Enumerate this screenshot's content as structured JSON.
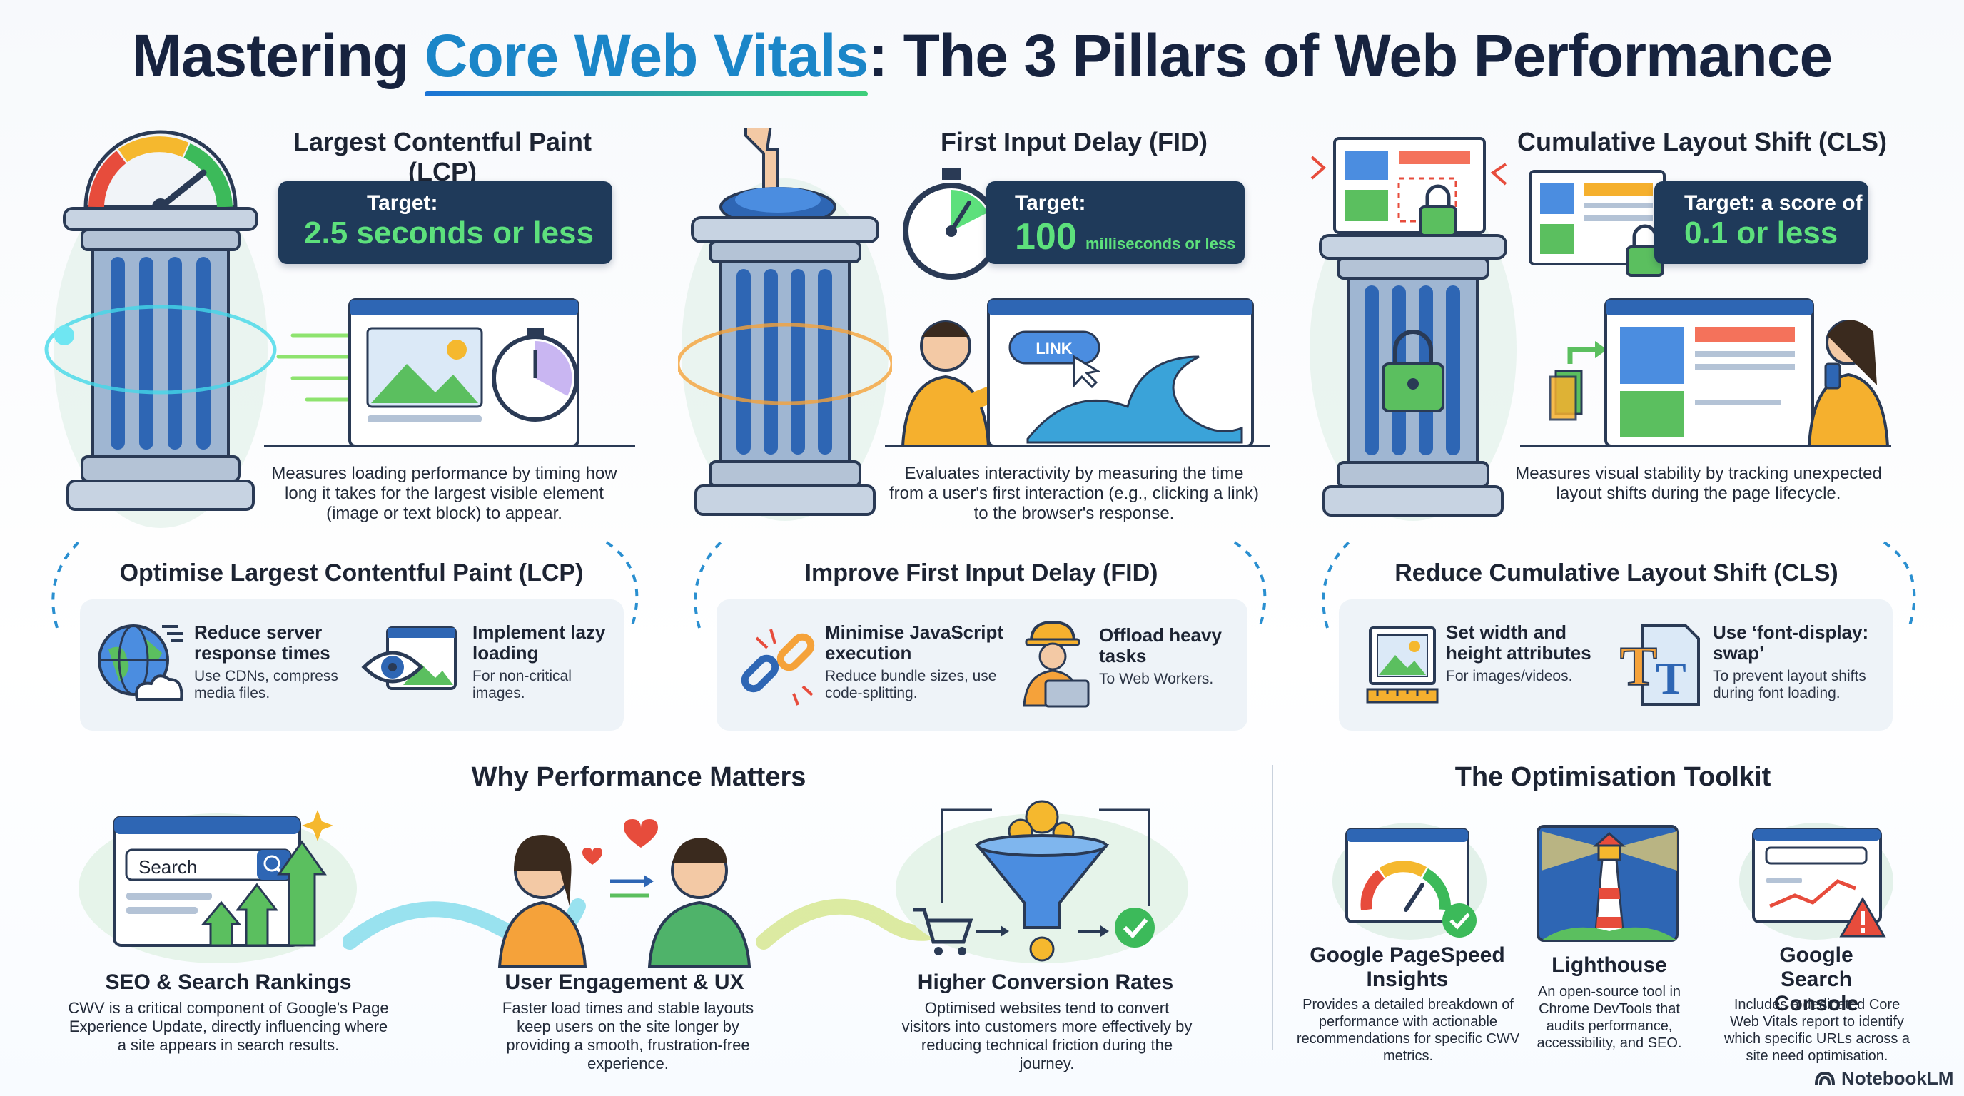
{
  "title": {
    "prefix": "Mastering ",
    "highlight": "Core Web Vitals",
    "suffix": ": The 3 Pillars of Web Performance"
  },
  "pillars": [
    {
      "title": "Largest Contentful Paint (LCP)",
      "target_label": "Target:",
      "target_value": "2.5 seconds or less",
      "description": "Measures loading performance by timing how long it takes for the largest visible element (image or text block) to appear."
    },
    {
      "title": "First Input Delay (FID)",
      "target_label": "Target:",
      "target_value_big": "100",
      "target_value_small": "milliseconds or less",
      "link_label": "LINK",
      "description": "Evaluates interactivity by measuring the time from a user's first interaction (e.g., clicking a link) to the browser's response."
    },
    {
      "title": "Cumulative Layout Shift (CLS)",
      "target_label": "Target: a score of",
      "target_value": "0.1 or less",
      "description": "Measures visual stability by tracking unexpected layout shifts during the page lifecycle."
    }
  ],
  "optimise": [
    {
      "title": "Optimise Largest Contentful Paint (LCP)",
      "tips": [
        {
          "head": "Reduce server response times",
          "sub": "Use CDNs, compress media files."
        },
        {
          "head": "Implement lazy loading",
          "sub": "For non-critical images."
        }
      ]
    },
    {
      "title": "Improve First Input Delay (FID)",
      "tips": [
        {
          "head": "Minimise JavaScript execution",
          "sub": "Reduce bundle sizes, use code-splitting."
        },
        {
          "head": "Offload heavy tasks",
          "sub": "To Web Workers."
        }
      ]
    },
    {
      "title": "Reduce Cumulative Layout Shift (CLS)",
      "tips": [
        {
          "head": "Set width and height attributes",
          "sub": "For images/videos."
        },
        {
          "head": "Use ‘font-display: swap’",
          "sub": "To prevent layout shifts during font loading."
        }
      ]
    }
  ],
  "why": {
    "title": "Why Performance Matters",
    "search_placeholder": "Search",
    "items": [
      {
        "head": "SEO & Search Rankings",
        "desc": "CWV is a critical component of Google's Page Experience Update, directly influencing where a site appears in search results."
      },
      {
        "head": "User Engagement & UX",
        "desc": "Faster load times and stable layouts keep users on the site longer by providing a smooth, frustration-free experience."
      },
      {
        "head": "Higher Conversion Rates",
        "desc": "Optimised websites tend to convert visitors into customers more effectively by reducing technical friction during the journey."
      }
    ]
  },
  "toolkit": {
    "title": "The Optimisation Toolkit",
    "tools": [
      {
        "head": "Google PageSpeed Insights",
        "desc": "Provides a detailed breakdown of performance with actionable recommendations for specific CWV metrics."
      },
      {
        "head": "Lighthouse",
        "desc": "An open-source tool in Chrome DevTools that audits performance, accessibility, and SEO."
      },
      {
        "head": "Google Search Console",
        "desc": "Includes a dedicated Core Web Vitals report to identify which specific URLs across a site need optimisation."
      }
    ]
  },
  "footer": {
    "brand": "NotebookLM"
  },
  "colors": {
    "navy": "#1f3a5a",
    "accent_green": "#5de07c",
    "accent_blue": "#1b86c8",
    "title": "#17233f"
  }
}
